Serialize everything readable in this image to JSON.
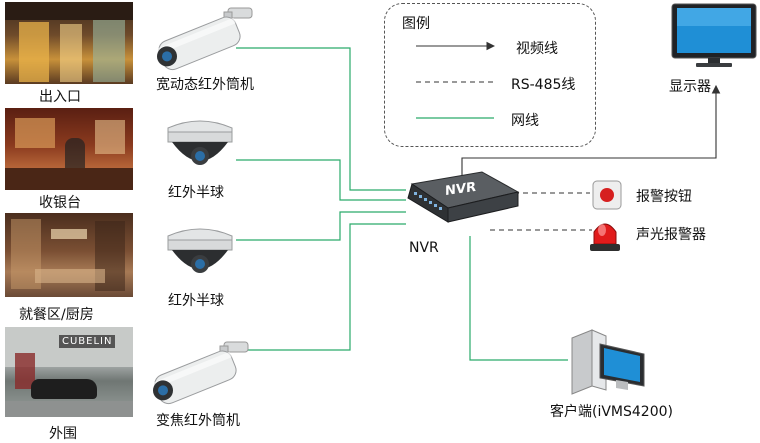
{
  "legend": {
    "title": "图例",
    "items": [
      {
        "label": "视频线",
        "style": "arrow"
      },
      {
        "label": "RS-485线",
        "style": "dashed"
      },
      {
        "label": "网线",
        "style": "green"
      }
    ]
  },
  "scenes": [
    {
      "label": "出入口"
    },
    {
      "label": "收银台"
    },
    {
      "label": "就餐区/厨房"
    },
    {
      "label": "外围"
    }
  ],
  "scene_signs": {
    "storefront": "CUBELIN"
  },
  "cameras": [
    {
      "label": "宽动态红外筒机",
      "kind": "bullet"
    },
    {
      "label": "红外半球",
      "kind": "dome"
    },
    {
      "label": "红外半球",
      "kind": "dome"
    },
    {
      "label": "变焦红外筒机",
      "kind": "bullet"
    }
  ],
  "nvr": {
    "label": "NVR",
    "device_text": "NVR"
  },
  "monitor": {
    "label": "显示器"
  },
  "alarm_button": {
    "label": "报警按钮"
  },
  "siren": {
    "label": "声光报警器"
  },
  "client": {
    "label": "客户端(iVMS4200)"
  },
  "colors": {
    "network": "#2aaa6a",
    "line": "#333333"
  }
}
